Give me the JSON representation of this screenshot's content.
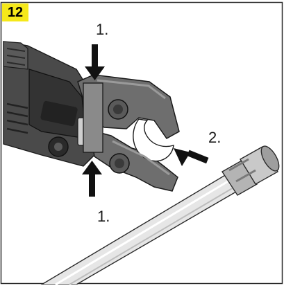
{
  "step_number": "12",
  "callouts": {
    "top": "1.",
    "side": "2.",
    "bottom": "1."
  },
  "colors": {
    "badge": "#f5e81a",
    "frame": "#2b2b2b",
    "tool_body": "#4a4a4a",
    "tool_dark": "#222222",
    "jaw": "#6e6e6e",
    "jaw_light": "#9a9a9a",
    "pipe": "#dcdcdc",
    "fitting": "#a8a8a8",
    "arrow": "#111111"
  }
}
